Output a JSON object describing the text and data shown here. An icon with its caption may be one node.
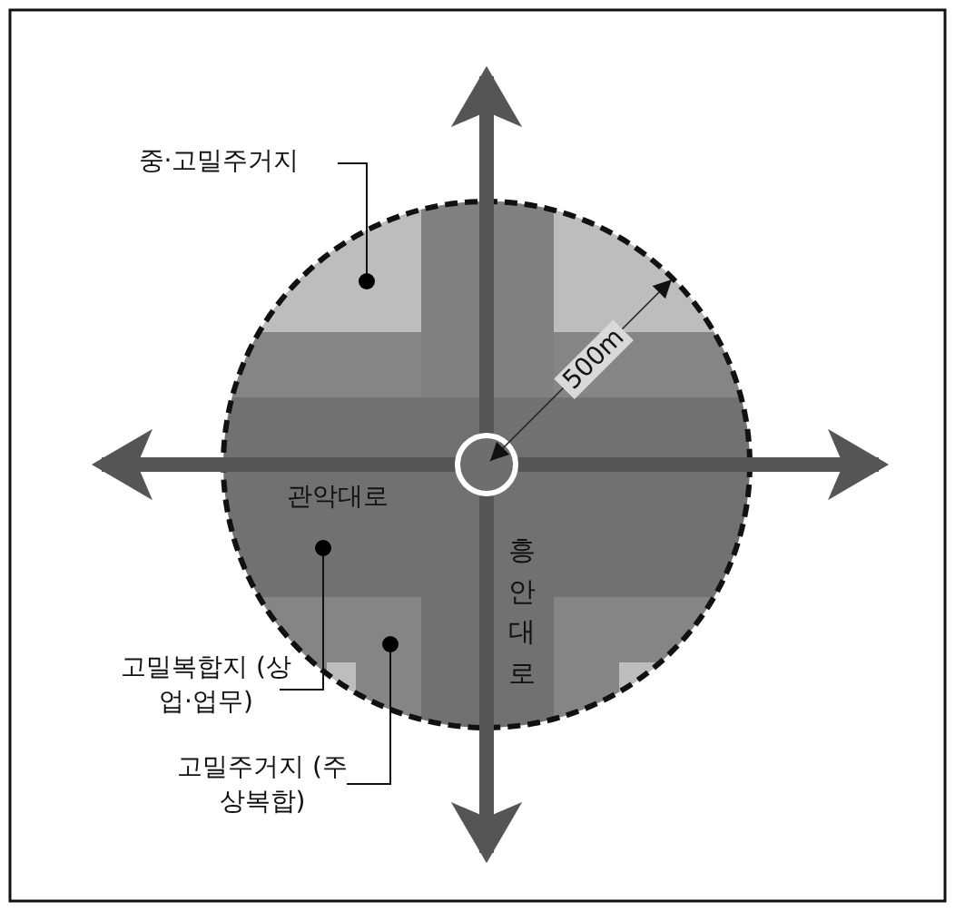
{
  "diagram": {
    "nodes": [
      {
        "text": [
          "중·고밀주거지"
        ]
      },
      {
        "text": [
          "고밀복합지 (상업·업무)"
        ]
      },
      {
        "text": [
          "고밀주거지 (주상복합)"
        ]
      }
    ],
    "edges": [
      {
        "from": 0,
        "to": null,
        "arrow": "other"
      },
      {
        "from": 1,
        "to": null,
        "arrow": "other"
      },
      {
        "from": 2,
        "to": null,
        "arrow": "other"
      }
    ],
    "labels": [
      "500m",
      "관악대로",
      "흥안대로"
    ]
  }
}
